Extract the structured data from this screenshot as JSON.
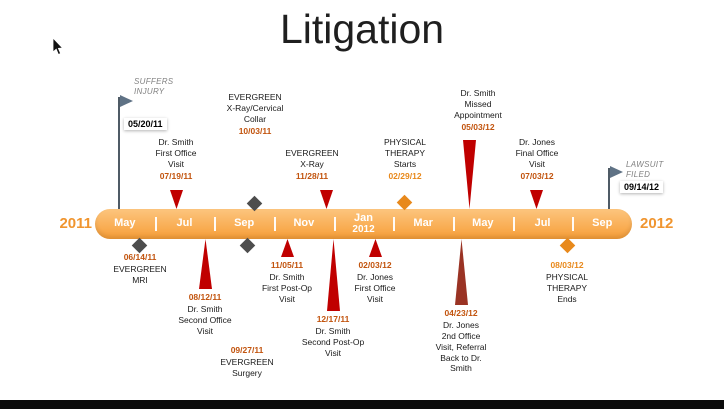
{
  "title": "Litigation",
  "years": {
    "start": "2011",
    "end": "2012"
  },
  "months": [
    {
      "label": "May",
      "sub": ""
    },
    {
      "label": "Jul",
      "sub": ""
    },
    {
      "label": "Sep",
      "sub": ""
    },
    {
      "label": "Nov",
      "sub": ""
    },
    {
      "label": "Jan",
      "sub": "2012"
    },
    {
      "label": "Mar",
      "sub": ""
    },
    {
      "label": "May",
      "sub": ""
    },
    {
      "label": "Jul",
      "sub": ""
    },
    {
      "label": "Sep",
      "sub": ""
    }
  ],
  "flags": {
    "start": {
      "label": "SUFFERS\nINJURY",
      "date": "05/20/11"
    },
    "end": {
      "label": "LAWSUIT\nFILED",
      "date": "09/14/12"
    }
  },
  "events_above": [
    {
      "date": "07/19/11",
      "title": "Dr. Smith\nFirst Office\nVisit",
      "marker": "red-arrow-down"
    },
    {
      "date": "10/03/11",
      "title": "EVERGREEN\nX-Ray/Cervical\nCollar",
      "marker": "dark-diamond"
    },
    {
      "date": "11/28/11",
      "title": "EVERGREEN\nX-Ray",
      "marker": "red-arrow-down"
    },
    {
      "date": "02/29/12",
      "title": "PHYSICAL\nTHERAPY\nStarts",
      "marker": "orange-diamond"
    },
    {
      "date": "05/03/12",
      "title": "Dr. Smith\nMissed\nAppointment",
      "marker": "red-arrow-down"
    },
    {
      "date": "07/03/12",
      "title": "Dr. Jones\nFinal Office\nVisit",
      "marker": "red-arrow-down"
    }
  ],
  "events_below": [
    {
      "date": "06/14/11",
      "title": "EVERGREEN\nMRI",
      "marker": "dark-diamond"
    },
    {
      "date": "08/12/11",
      "title": "Dr. Smith\nSecond Office\nVisit",
      "marker": "red-arrow-up"
    },
    {
      "date": "09/27/11",
      "title": "EVERGREEN\nSurgery",
      "marker": "dark-diamond"
    },
    {
      "date": "11/05/11",
      "title": "Dr. Smith\nFirst Post-Op\nVisit",
      "marker": "red-arrow-up"
    },
    {
      "date": "12/17/11",
      "title": "Dr. Smith\nSecond Post-Op\nVisit",
      "marker": "red-arrow-up"
    },
    {
      "date": "02/03/12",
      "title": "Dr. Jones\nFirst Office\nVisit",
      "marker": "red-arrow-up"
    },
    {
      "date": "04/23/12",
      "title": "Dr. Jones\n2nd Office\nVisit, Referral\nBack to Dr.\nSmith",
      "marker": "darkred-arrow-up"
    },
    {
      "date": "08/03/12",
      "title": "PHYSICAL\nTHERAPY\nEnds",
      "marker": "orange-diamond"
    }
  ],
  "colors": {
    "bar_orange": "#f79e38",
    "bar_orange_light": "#fcc57e",
    "year_orange": "#f0952f",
    "date_red": "#c2540e",
    "date_orange": "#e8891c",
    "arrow_red": "#c00000",
    "arrow_dark_red": "#9a3324",
    "diamond_gray": "#4d4d4d",
    "diamond_orange": "#e8891c",
    "flag_gray": "#5f7285"
  }
}
